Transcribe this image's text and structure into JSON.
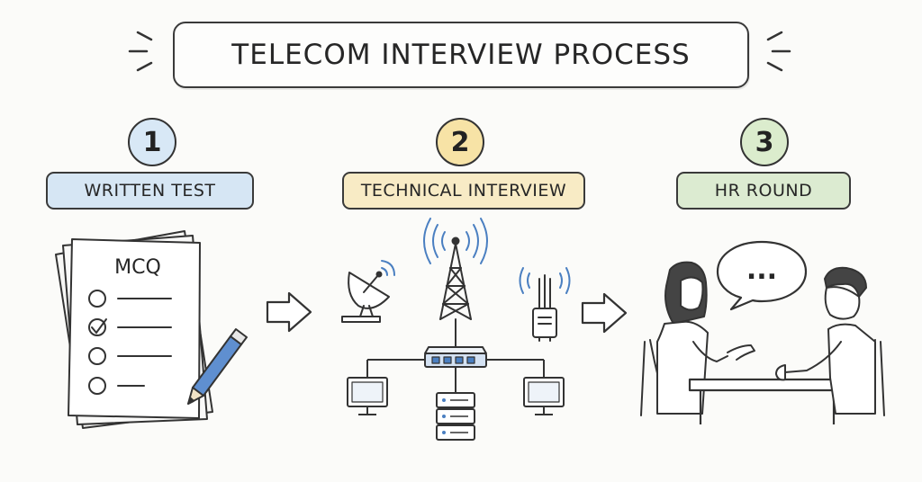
{
  "title": "TELECOM INTERVIEW PROCESS",
  "stages": [
    {
      "number": "1",
      "label": "WRITTEN TEST",
      "color": "#d6e6f4",
      "badge_color": "#d8e8f6"
    },
    {
      "number": "2",
      "label": "TECHNICAL INTERVIEW",
      "color": "#f8ebc5",
      "badge_color": "#f7e3a6"
    },
    {
      "number": "3",
      "label": "HR ROUND",
      "color": "#dcebd1",
      "badge_color": "#dbeccd"
    }
  ],
  "written_test": {
    "sheet_heading": "MCQ"
  },
  "hr_round": {
    "speech": "..."
  },
  "colors": {
    "ink": "#333333",
    "signal": "#4a7fc1",
    "pencil": "#5f8fd0"
  }
}
